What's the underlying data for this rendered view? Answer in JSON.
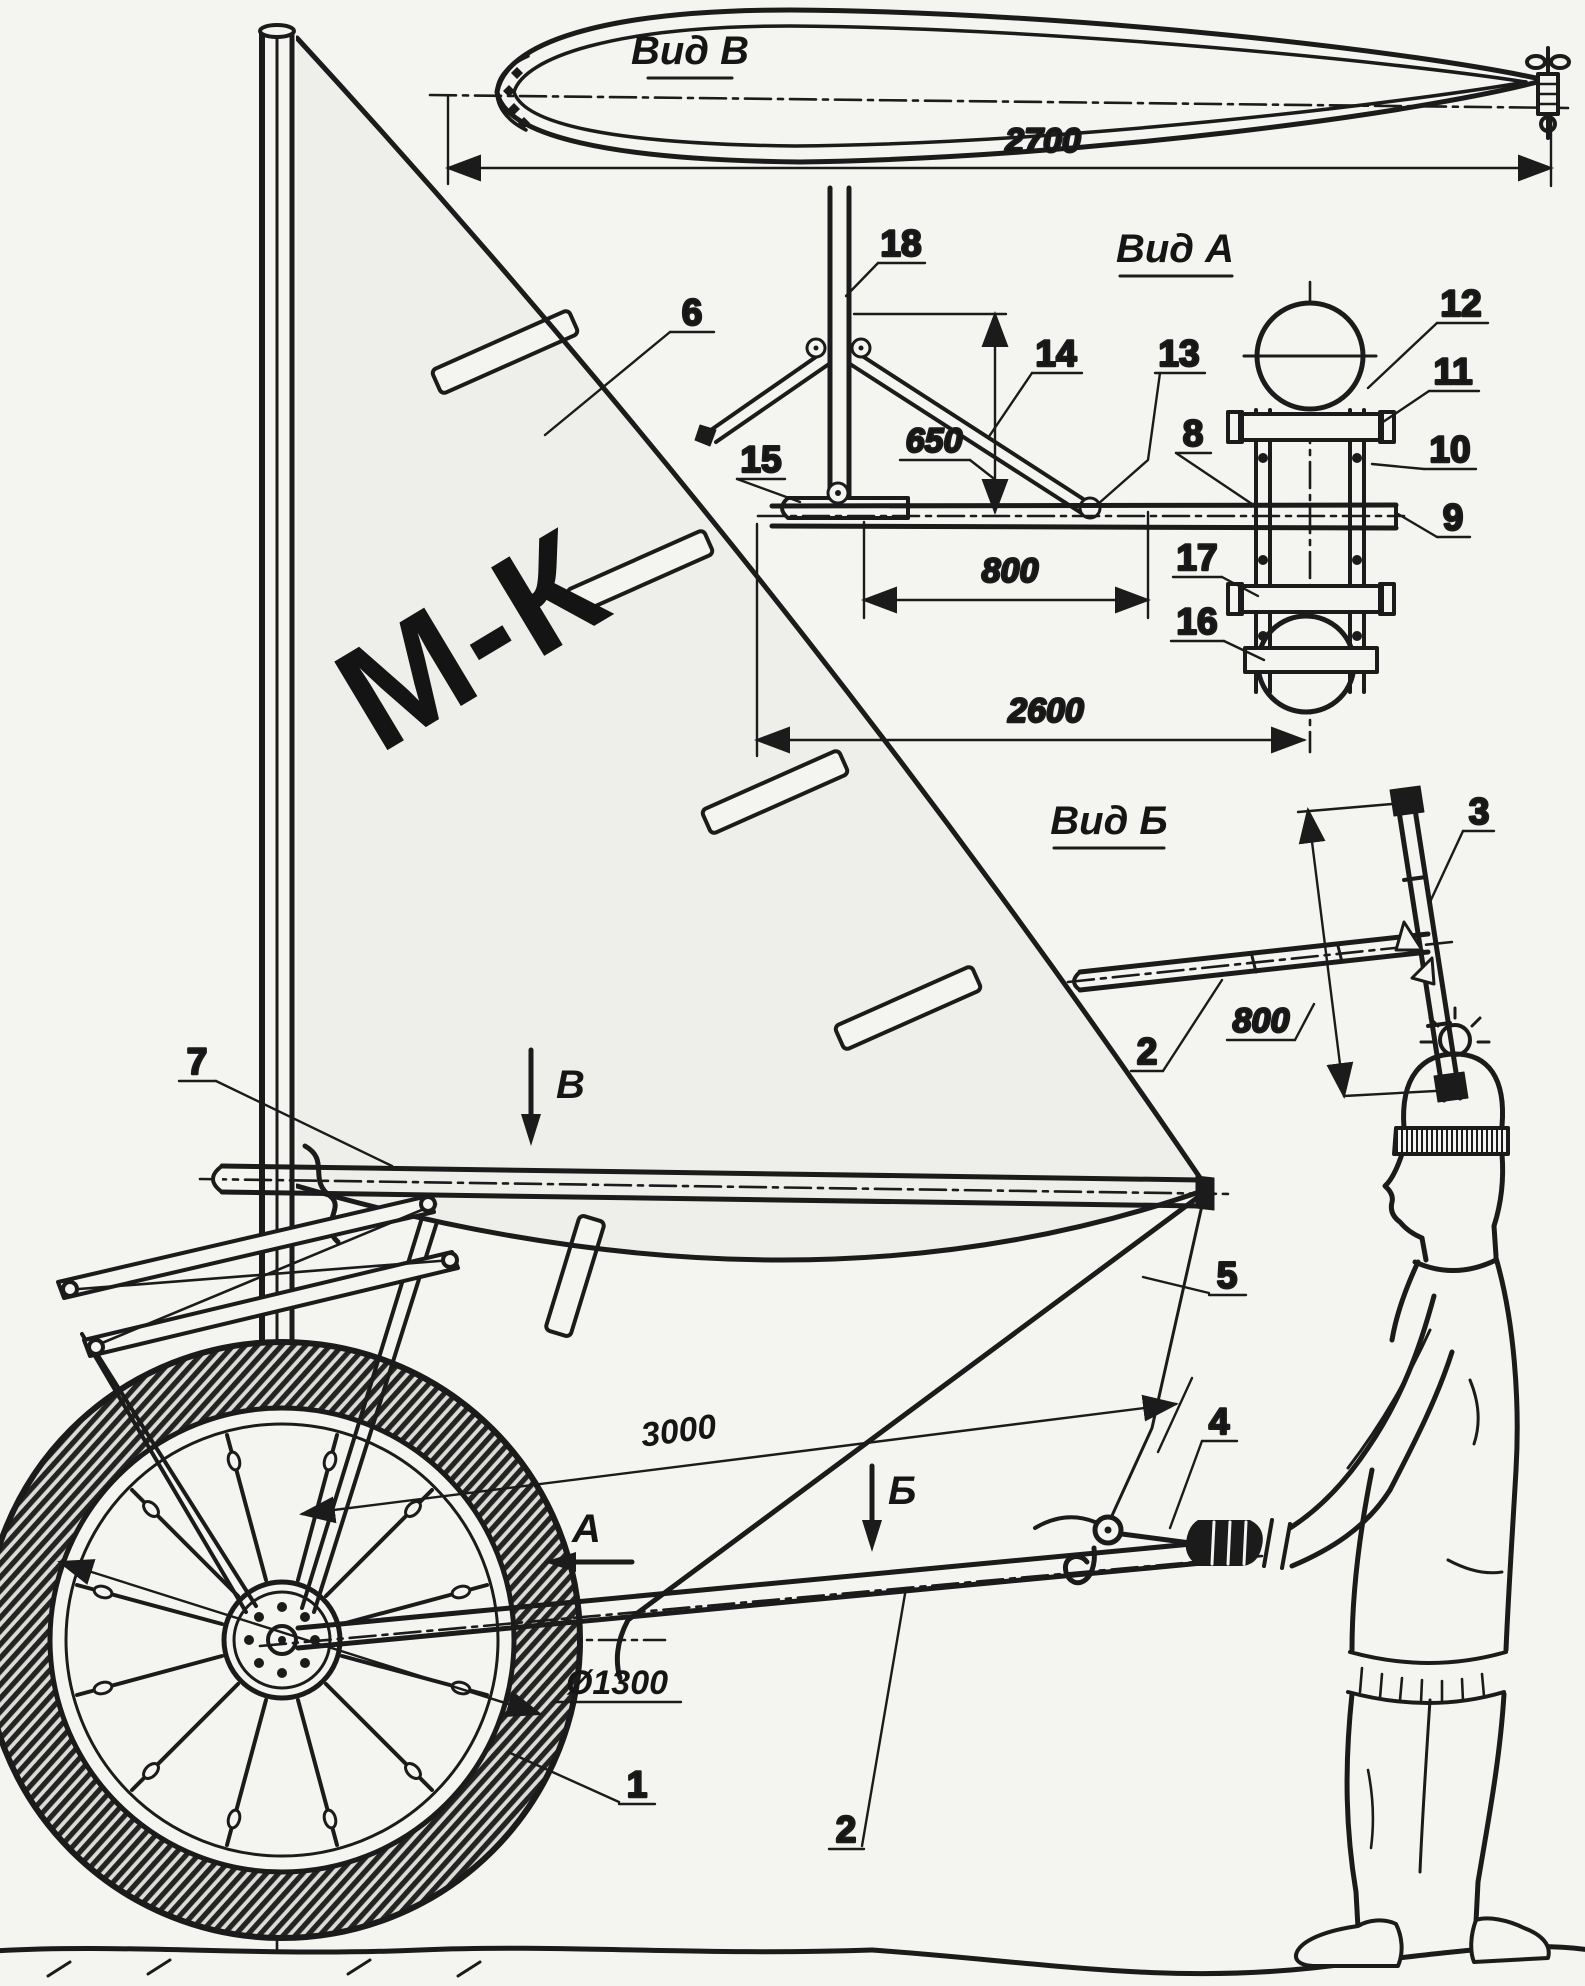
{
  "logo": {
    "text": "М-К"
  },
  "views": {
    "view_v_label": "Вид В",
    "view_a_label": "Вид А",
    "view_b_label": "Вид Б"
  },
  "view_arrows": {
    "a": "А",
    "b": "Б",
    "v": "В"
  },
  "dimensions": {
    "sail_profile_length": "2700",
    "strut_height": "650",
    "span_800_view_a": "800",
    "step_to_wheel_center": "2600",
    "span_800_view_b": "800",
    "beam_length": "3000",
    "wheel_diameter": "Ø1300"
  },
  "callouts": {
    "n1": "1",
    "n2": "2",
    "n3": "3",
    "n4": "4",
    "n5": "5",
    "n6": "6",
    "n7": "7",
    "n8": "8",
    "n9": "9",
    "n10": "10",
    "n11": "11",
    "n12": "12",
    "n13": "13",
    "n14": "14",
    "n15": "15",
    "n16": "16",
    "n17": "17",
    "n18": "18"
  }
}
